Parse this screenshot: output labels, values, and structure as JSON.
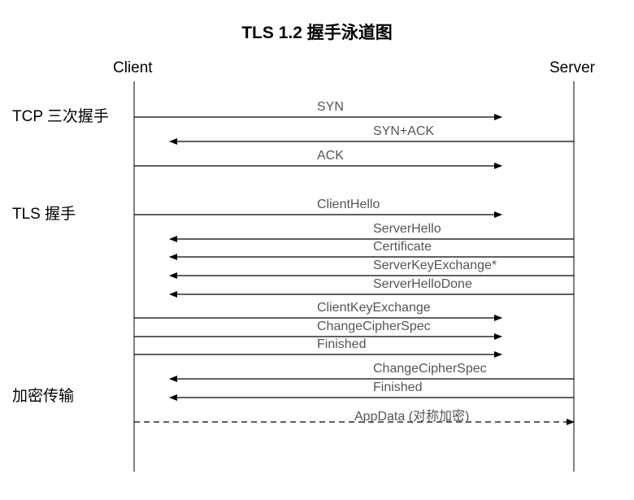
{
  "title": "TLS 1.2 握手泳道图",
  "parties": {
    "client": "Client",
    "server": "Server"
  },
  "phases": {
    "tcp": "TCP 三次握手",
    "tls": "TLS 握手",
    "encrypted": "加密传输"
  },
  "messages": [
    {
      "id": "syn",
      "label": "SYN",
      "direction": "client-to-server",
      "style": "solid"
    },
    {
      "id": "syn-ack",
      "label": "SYN+ACK",
      "direction": "server-to-client",
      "style": "solid"
    },
    {
      "id": "ack",
      "label": "ACK",
      "direction": "client-to-server",
      "style": "solid"
    },
    {
      "id": "client-hello",
      "label": "ClientHello",
      "direction": "client-to-server",
      "style": "solid"
    },
    {
      "id": "server-hello",
      "label": "ServerHello",
      "direction": "server-to-client",
      "style": "solid"
    },
    {
      "id": "certificate",
      "label": "Certificate",
      "direction": "server-to-client",
      "style": "solid"
    },
    {
      "id": "server-key-exchange",
      "label": "ServerKeyExchange*",
      "direction": "server-to-client",
      "style": "solid"
    },
    {
      "id": "server-hello-done",
      "label": "ServerHelloDone",
      "direction": "server-to-client",
      "style": "solid"
    },
    {
      "id": "client-key-exchange",
      "label": "ClientKeyExchange",
      "direction": "client-to-server",
      "style": "solid"
    },
    {
      "id": "change-cipher-spec-c",
      "label": "ChangeCipherSpec",
      "direction": "client-to-server",
      "style": "solid"
    },
    {
      "id": "finished-c",
      "label": "Finished",
      "direction": "client-to-server",
      "style": "solid"
    },
    {
      "id": "change-cipher-spec-s",
      "label": "ChangeCipherSpec",
      "direction": "server-to-client",
      "style": "solid"
    },
    {
      "id": "finished-s",
      "label": "Finished",
      "direction": "server-to-client",
      "style": "solid"
    },
    {
      "id": "app-data",
      "label": "AppData (对称加密)",
      "direction": "client-to-server",
      "style": "dashed"
    }
  ]
}
